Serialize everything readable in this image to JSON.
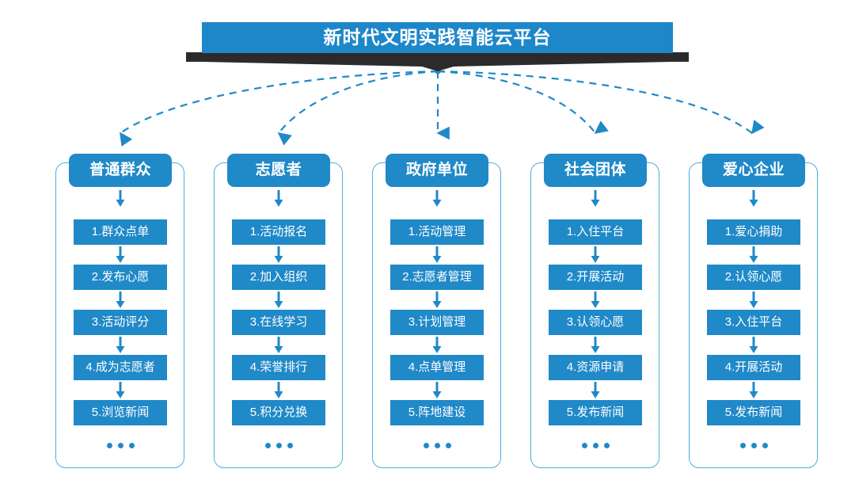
{
  "title": {
    "text": "新时代文明实践智能云平台",
    "banner_color": "#1E87C9",
    "ribbon_color": "#2B2B2B"
  },
  "theme": {
    "box_blue": "#2089C8",
    "border_blue": "#4FAEDC",
    "connector_blue": "#2089C8",
    "text_white": "#FFFFFF",
    "background": "#FFFFFF"
  },
  "ellipsis": "• • •",
  "columns": [
    {
      "id": "ordinary-public",
      "header": "普通群众",
      "items": [
        "1.群众点单",
        "2.发布心愿",
        "3.活动评分",
        "4.成为志愿者",
        "5.浏览新闻"
      ]
    },
    {
      "id": "volunteer",
      "header": "志愿者",
      "items": [
        "1.活动报名",
        "2.加入组织",
        "3.在线学习",
        "4.荣誉排行",
        "5.积分兑换"
      ]
    },
    {
      "id": "government-unit",
      "header": "政府单位",
      "items": [
        "1.活动管理",
        "2.志愿者管理",
        "3.计划管理",
        "4.点单管理",
        "5.阵地建设"
      ]
    },
    {
      "id": "social-group",
      "header": "社会团体",
      "items": [
        "1.入住平台",
        "2.开展活动",
        "3.认领心愿",
        "4.资源申请",
        "5.发布新闻"
      ]
    },
    {
      "id": "caring-enterprise",
      "header": "爱心企业",
      "items": [
        "1.爱心捐助",
        "2.认领心愿",
        "3.入住平台",
        "4.开展活动",
        "5.发布新闻"
      ]
    }
  ]
}
